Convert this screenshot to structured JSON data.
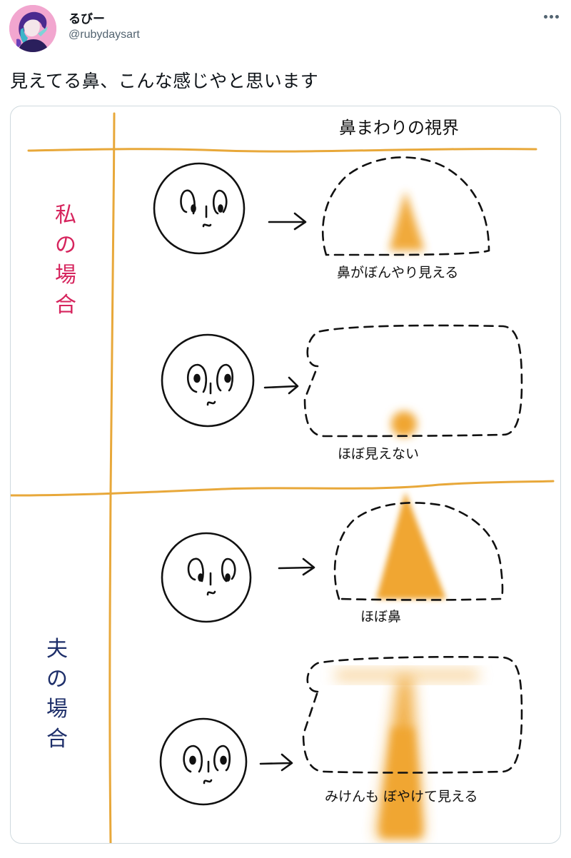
{
  "tweet": {
    "author": {
      "display_name": "るびー",
      "handle": "@rubydaysart",
      "avatar": "avatar-illustration"
    },
    "more_icon": "more-horizontal-icon",
    "text": "見えてる鼻、こんな感じやと思います"
  },
  "media": {
    "column_title": "鼻まわりの視界",
    "sections": [
      {
        "label_chars": [
          "私",
          "の",
          "場",
          "合"
        ],
        "label": "私の場合",
        "color": "#d6245d",
        "rows": [
          {
            "face": "eyes-looking-down",
            "caption": "鼻がぼんやり見える"
          },
          {
            "face": "eyes-forward",
            "caption": "ほぼ見えない"
          }
        ]
      },
      {
        "label_chars": [
          "夫",
          "の",
          "場",
          "合"
        ],
        "label": "夫の場合",
        "color": "#1e2f6a",
        "rows": [
          {
            "face": "eyes-looking-down",
            "caption": "ほぼ鼻"
          },
          {
            "face": "eyes-forward",
            "caption": "みけんも ぼやけて見える"
          }
        ]
      }
    ],
    "colors": {
      "grid_line": "#e8a83a",
      "nose_fill": "#f0a630",
      "ink": "#111111"
    }
  }
}
